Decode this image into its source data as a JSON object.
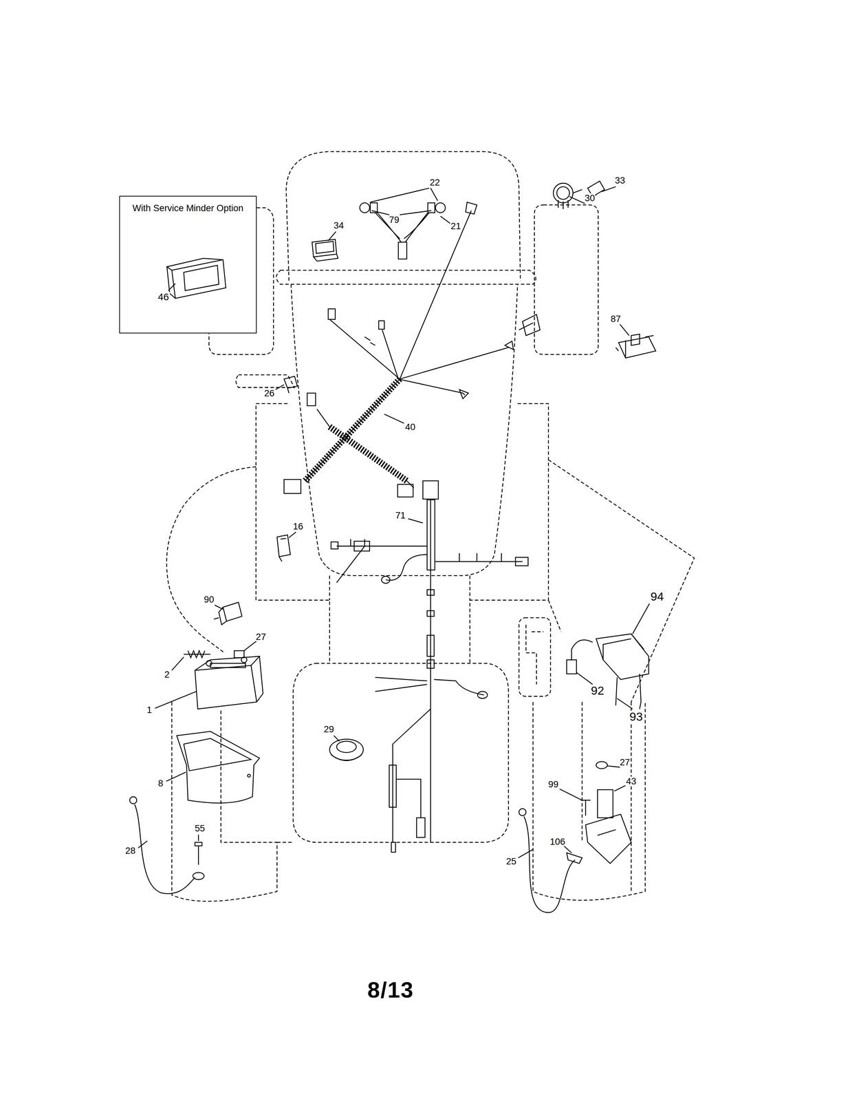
{
  "diagram": {
    "nodes": [
      {
        "text": [
          "With Service Minder Option"
        ]
      }
    ],
    "labels": [
      "22",
      "79",
      "21",
      "34",
      "30",
      "33",
      "87",
      "46",
      "26",
      "40",
      "71",
      "16",
      "90",
      "27",
      "2",
      "1",
      "8",
      "28",
      "55",
      "29",
      "94",
      "92",
      "93",
      "27",
      "43",
      "99",
      "106",
      "25",
      "8/13"
    ]
  }
}
